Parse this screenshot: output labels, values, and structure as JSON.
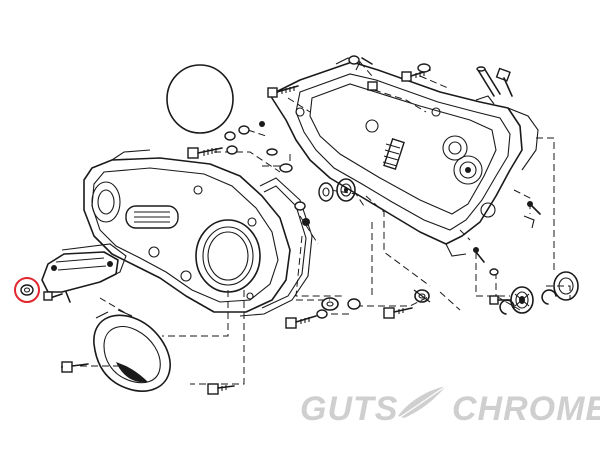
{
  "watermark": {
    "left_text": "GUTS",
    "right_text": "CHROME",
    "logo_color": "#cfcfcf"
  },
  "highlight": {
    "label": "highlighted-part-circle",
    "color": "#e0282e"
  },
  "icons": [
    "feather-logo-icon"
  ]
}
